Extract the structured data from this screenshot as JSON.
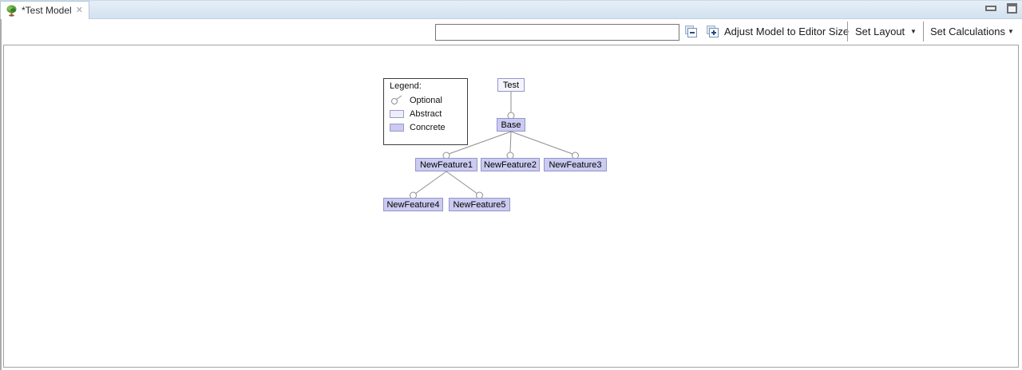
{
  "tab": {
    "title": "*Test Model",
    "close_glyph": "✕"
  },
  "toolbar": {
    "search_value": "",
    "adjust_label": "Adjust Model to Editor Size",
    "set_layout_label": "Set Layout",
    "set_calculations_label": "Set Calculations",
    "dropdown_glyph": "▼"
  },
  "legend": {
    "title": "Legend:",
    "items": [
      {
        "label": "Optional"
      },
      {
        "label": "Abstract"
      },
      {
        "label": "Concrete"
      }
    ]
  },
  "diagram": {
    "nodes": [
      {
        "label": "Test",
        "type": "abstract",
        "parent": null,
        "connection": null
      },
      {
        "label": "Base",
        "type": "concrete",
        "parent": "Test",
        "connection": "optional"
      },
      {
        "label": "NewFeature1",
        "type": "concrete",
        "parent": "Base",
        "connection": "optional"
      },
      {
        "label": "NewFeature2",
        "type": "concrete",
        "parent": "Base",
        "connection": "optional"
      },
      {
        "label": "NewFeature3",
        "type": "concrete",
        "parent": "Base",
        "connection": "optional"
      },
      {
        "label": "NewFeature4",
        "type": "concrete",
        "parent": "NewFeature1",
        "connection": "optional"
      },
      {
        "label": "NewFeature5",
        "type": "concrete",
        "parent": "NewFeature1",
        "connection": "optional"
      }
    ]
  },
  "colors": {
    "concrete_fill": "#cbcbf1",
    "abstract_fill": "#f4f4fd",
    "node_border": "#9494ce",
    "edge": "#8e8e8e",
    "tabbar_bg": "#d2e2ef",
    "icon_blue": "#1f4e8c"
  }
}
